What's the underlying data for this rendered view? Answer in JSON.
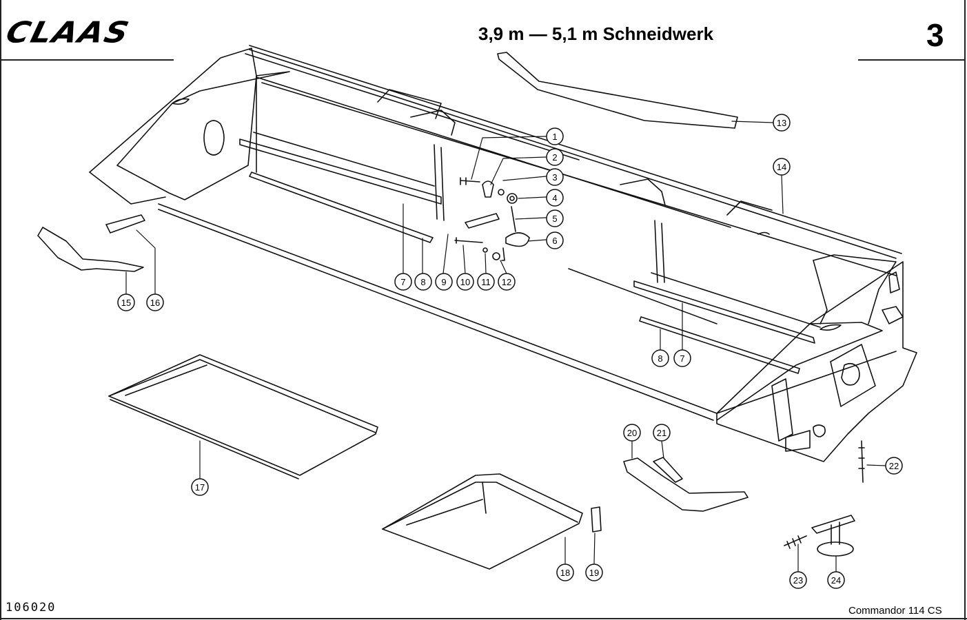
{
  "header": {
    "brand": "CLAAS",
    "title": "3,9 m — 5,1 m Schneidwerk",
    "page_number": "3"
  },
  "footer": {
    "drawing_code": "106020",
    "model": "Commandor 114 CS"
  },
  "callouts": [
    "1",
    "2",
    "3",
    "4",
    "5",
    "6",
    "7",
    "8",
    "9",
    "10",
    "11",
    "12",
    "13",
    "14",
    "15",
    "16",
    "7",
    "8",
    "17",
    "18",
    "19",
    "20",
    "21",
    "22",
    "23",
    "24"
  ]
}
